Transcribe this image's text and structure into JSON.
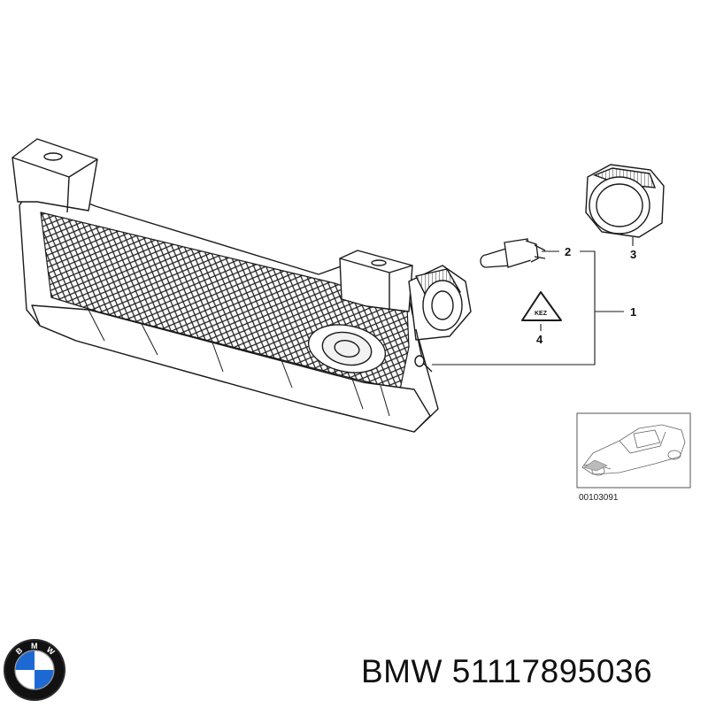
{
  "diagram": {
    "callouts": {
      "c1": "1",
      "c2": "2",
      "c3": "3",
      "c4": "4"
    },
    "symbol_text": "KEZ",
    "thumbnail_code": "00103091"
  },
  "logo": {
    "letters": [
      "B",
      "M",
      "W"
    ]
  },
  "footer": {
    "brand": "BMW",
    "part_number": "51117895036"
  },
  "colors": {
    "line": "#1a1a1a",
    "logo_blue": "#1c69d4",
    "logo_ring": "#111111"
  }
}
